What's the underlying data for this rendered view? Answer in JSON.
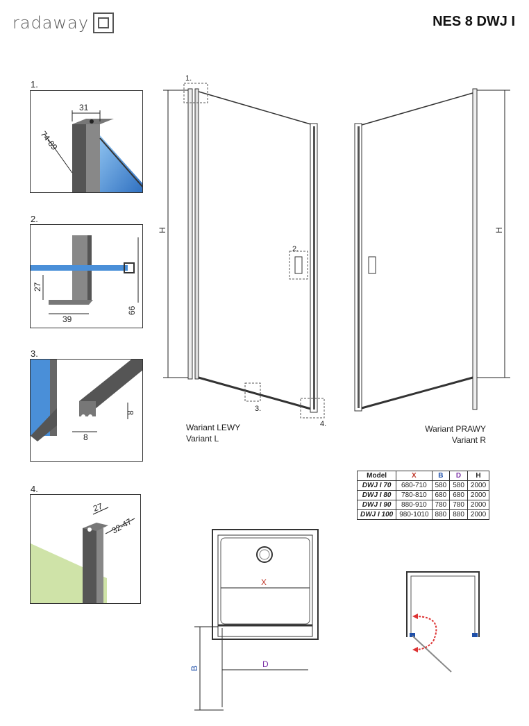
{
  "header": {
    "logo_text": "radaway",
    "model_title": "NES 8 DWJ I"
  },
  "details": {
    "d1": {
      "label": "1.",
      "dim_width": "31",
      "dim_range": "74-89"
    },
    "d2": {
      "label": "2.",
      "dim_27": "27",
      "dim_39": "39",
      "dim_66": "66"
    },
    "d3": {
      "label": "3.",
      "dim_w": "8",
      "dim_h": "8"
    },
    "d4": {
      "label": "4.",
      "dim_27": "27",
      "dim_range": "32-47"
    }
  },
  "front_views": {
    "callout_1": "1.",
    "callout_2": "2.",
    "callout_3": "3.",
    "callout_4": "4.",
    "height_label": "H",
    "left_variant_line1": "Wariant LEWY",
    "left_variant_line2": "Variant L",
    "right_variant_line1": "Wariant PRAWY",
    "right_variant_line2": "Variant R"
  },
  "spec_table": {
    "headers": [
      "Model",
      "X",
      "B",
      "D",
      "H"
    ],
    "rows": [
      [
        "DWJ I 70",
        "680-710",
        "580",
        "580",
        "2000"
      ],
      [
        "DWJ I 80",
        "780-810",
        "680",
        "680",
        "2000"
      ],
      [
        "DWJ I 90",
        "880-910",
        "780",
        "780",
        "2000"
      ],
      [
        "DWJ I 100",
        "980-1010",
        "880",
        "880",
        "2000"
      ]
    ]
  },
  "plan_view": {
    "x_label": "X",
    "b_label": "B",
    "d_label": "D"
  },
  "colors": {
    "x_red": "#c0392b",
    "b_blue": "#1f4fa8",
    "d_purple": "#7a2fa5",
    "glass_blue": "#4a8fd8",
    "swing_red": "#d33"
  }
}
